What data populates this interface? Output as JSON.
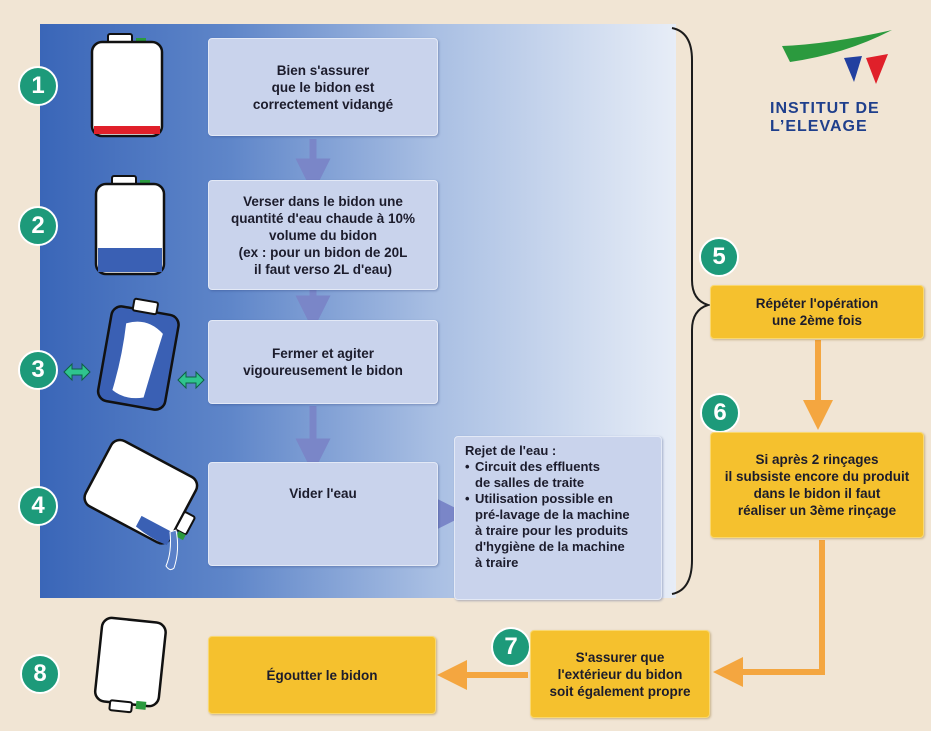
{
  "colors": {
    "background": "#f1e5d4",
    "panel_blue": "#3a66b8",
    "box_blue": "#c9d3ec",
    "box_yellow": "#f5c12e",
    "badge_green": "#1d9a7a",
    "arrow_blue": "#7a86c8",
    "arrow_orange": "#f4a640",
    "logo_navy": "#1f3f8c",
    "logo_green": "#2b9a3e",
    "logo_red": "#e0202a"
  },
  "logo": {
    "line1": "INSTITUT DE",
    "line2": "L’ELEVAGE"
  },
  "steps": [
    {
      "number": "1",
      "text": "Bien s'assurer\nque le bidon est\ncorrectement vidangé"
    },
    {
      "number": "2",
      "text": "Verser dans le bidon une\nquantité d'eau chaude à 10%\nvolume du bidon\n(ex : pour un bidon de 20L\nil faut verso 2L d'eau)"
    },
    {
      "number": "3",
      "text": "Fermer et agiter\nvigoureusement le bidon"
    },
    {
      "number": "4",
      "text": "Vider l'eau"
    },
    {
      "number": "5",
      "text": "Répéter l'opération\nune 2ème fois"
    },
    {
      "number": "6",
      "text": "Si après 2 rinçages\nil subsiste encore du produit\ndans le bidon il faut\nréaliser un 3ème rinçage"
    },
    {
      "number": "7",
      "text": "S'assurer que\nl'extérieur du bidon\nsoit également propre"
    },
    {
      "number": "8",
      "text": "Égoutter le bidon"
    }
  ],
  "rejet": {
    "title": "Rejet de l'eau :",
    "bullets": [
      "Circuit des effluents\nde salles de traite",
      "Utilisation possible en\npré-lavage de la machine\nà traire pour les produits\nd'hygiène de la machine\nà traire"
    ]
  },
  "icons": {
    "bidon_empty": "jerrycan-empty-icon",
    "bidon_water": "jerrycan-water-icon",
    "bidon_shake": "jerrycan-shake-icon",
    "bidon_pour": "jerrycan-pour-icon",
    "bidon_drain": "jerrycan-upside-down-icon",
    "shake_arrows": "double-arrow-icon"
  }
}
